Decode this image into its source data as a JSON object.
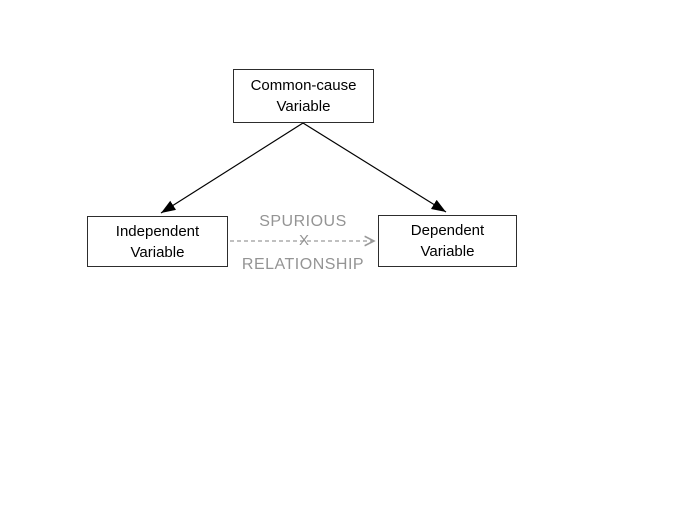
{
  "diagram": {
    "nodes": {
      "common_cause": {
        "label": "Common-cause Variable"
      },
      "independent": {
        "label": "Independent Variable"
      },
      "dependent": {
        "label": "Dependent Variable"
      }
    },
    "spurious": {
      "top_label": "SPURIOUS",
      "x_mark": "X",
      "bottom_label": "RELATIONSHIP"
    },
    "colors": {
      "background": "#ffffff",
      "node_border": "#2d2d2d",
      "node_text": "#000000",
      "solid_arrow": "#000000",
      "spurious_gray": "#949494",
      "dashed_line_gray": "#9a9a9a"
    }
  }
}
